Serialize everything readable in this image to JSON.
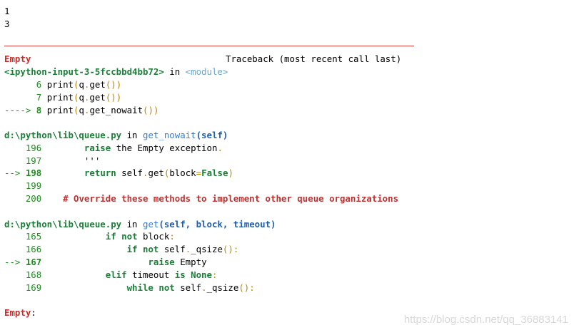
{
  "output": {
    "line1": "1",
    "line2": "3"
  },
  "traceback": {
    "exception_name": "Empty",
    "title": "Traceback (most recent call last)",
    "frame1": {
      "location": "<ipython-input-3-5fccbbd4bb72>",
      "in_text": "in",
      "func": "<module>",
      "lines": [
        {
          "prefix": "      ",
          "lineno": "6",
          "code_a": "print",
          "code_b": "(",
          "code_c": "q",
          "code_d": ".",
          "code_e": "get",
          "code_f": "())"
        },
        {
          "prefix": "      ",
          "lineno": "7",
          "code_a": "print",
          "code_b": "(",
          "code_c": "q",
          "code_d": ".",
          "code_e": "get",
          "code_f": "())"
        }
      ],
      "current": {
        "arrow": "---->",
        "lineno": "8",
        "code_a": "print",
        "code_b": "(",
        "code_c": "q",
        "code_d": ".",
        "code_e": "get_nowait",
        "code_f": "())"
      }
    },
    "frame2": {
      "location": "d:\\python\\lib\\queue.py",
      "in_text": "in",
      "func": "get_nowait",
      "args": "(self)",
      "line196_no": "196",
      "line196_kw": "raise",
      "line196_text": " the Empty exception",
      "line196_dot": ".",
      "line197_no": "197",
      "line197_text": "'''",
      "line198_arrow": "-->",
      "line198_no": "198",
      "line198_kw": "return",
      "line198_text": " self",
      "line198_dot": ".",
      "line198_get": "get",
      "line198_paren_open": "(",
      "line198_arg": "block",
      "line198_eq": "=",
      "line198_false": "False",
      "line198_paren_close": ")",
      "line199_no": "199",
      "line200_no": "200",
      "line200_comment": "# Override these methods to implement other queue organizations"
    },
    "frame3": {
      "location": "d:\\python\\lib\\queue.py",
      "in_text": "in",
      "func": "get",
      "args": "(self, block, timeout)",
      "line165_no": "165",
      "line165_if": "if",
      "line165_not": "not",
      "line165_rest": " block",
      "line165_colon": ":",
      "line166_no": "166",
      "line166_if": "if",
      "line166_not": "not",
      "line166_rest": " self",
      "line166_dot": ".",
      "line166_attr": "_qsize",
      "line166_parens": "():",
      "line167_arrow": "-->",
      "line167_no": "167",
      "line167_kw": "raise",
      "line167_rest": " Empty",
      "line168_no": "168",
      "line168_elif": "elif",
      "line168_rest": " timeout ",
      "line168_is": "is",
      "line168_none": "None",
      "line168_colon": ":",
      "line169_no": "169",
      "line169_while": "while",
      "line169_not": "not",
      "line169_rest": " self",
      "line169_dot": ".",
      "line169_attr": "_qsize",
      "line169_parens": "():"
    },
    "final_exception": "Empty",
    "final_colon": ":"
  },
  "watermark": "https://blog.csdn.net/qq_36883141",
  "colors": {
    "exception": "#c0302f",
    "lineno": "#218a21",
    "filename": "#1a7f37",
    "function": "#2e7ed6",
    "separator": "#e04040"
  }
}
